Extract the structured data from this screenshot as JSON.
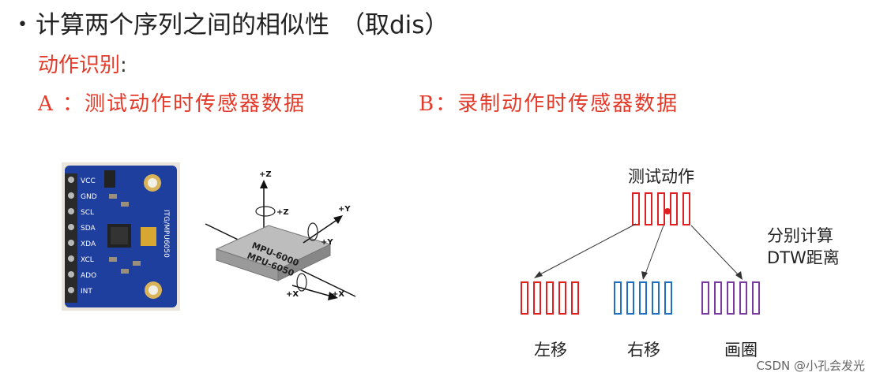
{
  "title": {
    "bullet": "•",
    "text": "计算两个序列之间的相似性",
    "suffix": "（取dis）"
  },
  "subtitle": {
    "label": "动作识别",
    "colon": ":"
  },
  "line_a": "A ：测试动作时传感器数据",
  "line_b": "B：录制动作时传感器数据",
  "sensor_board": {
    "pins": [
      "VCC",
      "GND",
      "SCL",
      "SDA",
      "XDA",
      "XCL",
      "ADO",
      "INT"
    ],
    "model_label": "ITG/MPU6050"
  },
  "axes_diagram": {
    "chip_line1": "MPU-6000",
    "chip_line2": "MPU-6050",
    "labels": [
      "+Z",
      "+Z",
      "+Y",
      "+Y",
      "+X",
      "+X"
    ]
  },
  "flow": {
    "test_label": "测试动作",
    "groups": [
      {
        "label": "左移",
        "color": "#e02020"
      },
      {
        "label": "右移",
        "color": "#1f6fc5"
      },
      {
        "label": "画圈",
        "color": "#7a3aa0"
      }
    ],
    "test_color": "#e02020",
    "calc_line1": "分别计算",
    "calc_line2": "DTW距离"
  },
  "watermark": "CSDN @小孔会发光"
}
